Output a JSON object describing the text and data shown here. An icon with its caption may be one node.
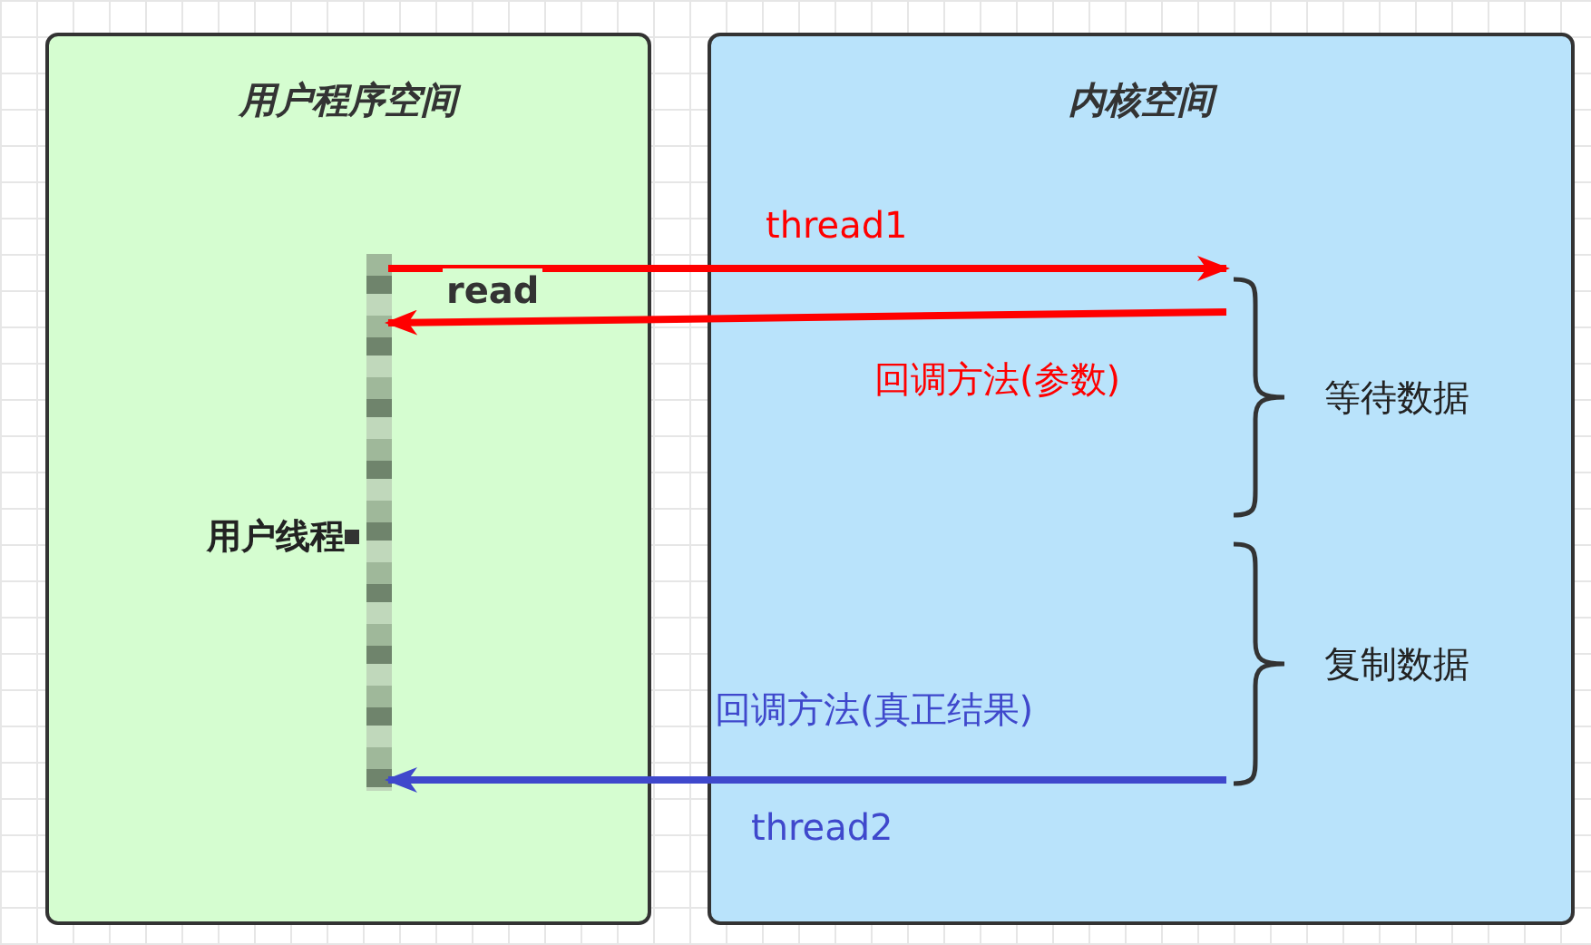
{
  "diagram": {
    "nodes": [
      {
        "text": [
          "用户程序空间"
        ]
      },
      {
        "text": [
          "内核空间"
        ]
      },
      {
        "text": [],
        "shape": "bar",
        "in": 0,
        "beside": [
          "用户线程"
        ]
      },
      {
        "text": [
          "等待数据"
        ],
        "in": 1
      },
      {
        "text": [
          "复制数据"
        ],
        "in": 1
      }
    ],
    "edges": [
      {
        "from": 2,
        "to": 3,
        "arrow": "to",
        "label": "thread1",
        "color": "#ff0000"
      },
      {
        "from": 3,
        "to": 2,
        "arrow": "to",
        "label": "回调方法(参数)",
        "color": "#ff0000"
      },
      {
        "from": 4,
        "to": 2,
        "arrow": "to",
        "label": "回调方法(真正结果)",
        "color": "#3f48cc"
      }
    ],
    "labels": [
      "read",
      "thread2"
    ]
  }
}
